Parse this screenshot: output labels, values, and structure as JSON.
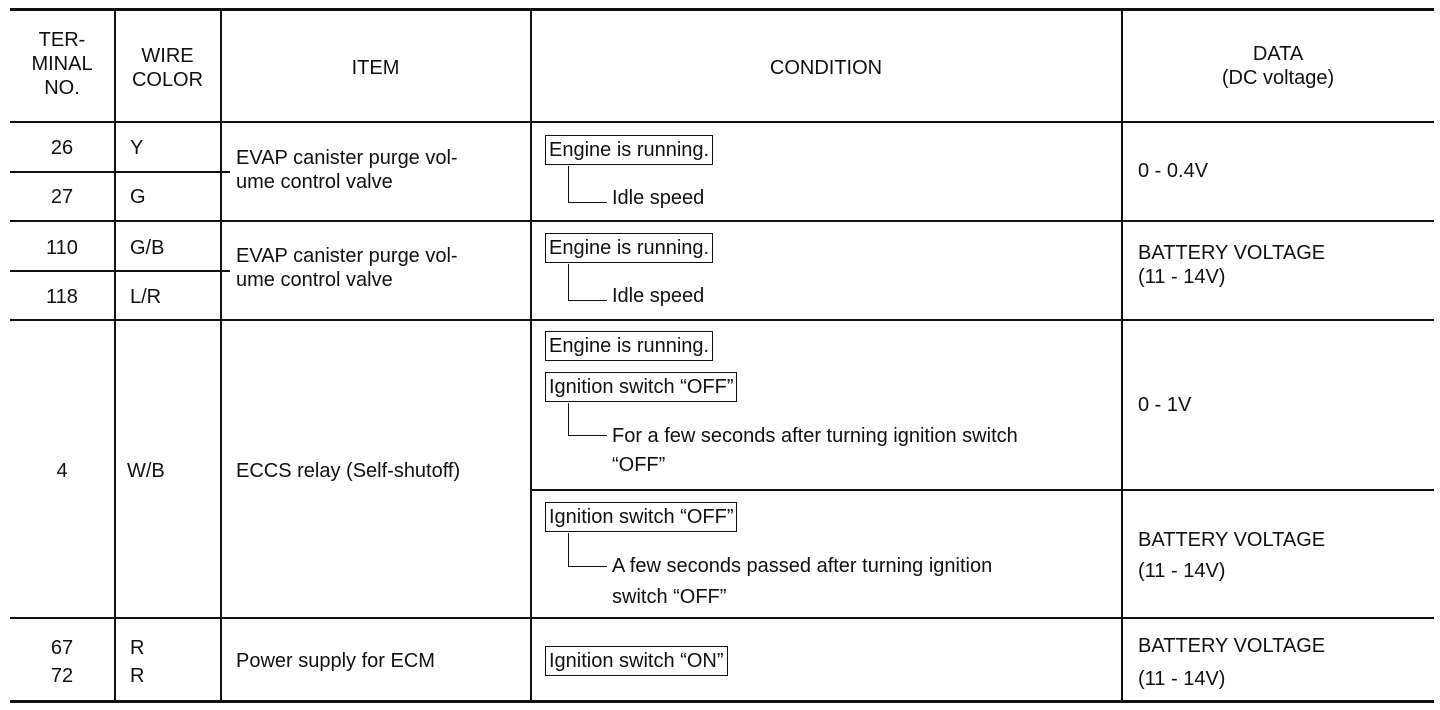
{
  "headers": {
    "terminal": [
      "TER-",
      "MINAL",
      "NO."
    ],
    "wire": [
      "WIRE",
      "COLOR"
    ],
    "item": "ITEM",
    "condition": "CONDITION",
    "data": [
      "DATA",
      "(DC voltage)"
    ]
  },
  "rows": {
    "g1": {
      "terminals": [
        "26",
        "27"
      ],
      "colors": [
        "Y",
        "G"
      ],
      "item": [
        "EVAP canister purge vol-",
        "ume control valve"
      ],
      "cond_box": "Engine is running.",
      "cond_sub": "Idle speed",
      "data": [
        "0 - 0.4V"
      ]
    },
    "g2": {
      "terminals": [
        "110",
        "118"
      ],
      "colors": [
        "G/B",
        "L/R"
      ],
      "item": [
        "EVAP canister purge vol-",
        "ume control valve"
      ],
      "cond_box": "Engine is running.",
      "cond_sub": "Idle speed",
      "data": [
        "BATTERY VOLTAGE",
        "(11 - 14V)"
      ]
    },
    "g3": {
      "terminal": "4",
      "color": "W/B",
      "item": "ECCS relay (Self-shutoff)",
      "c1_box1": "Engine is running.",
      "c1_box2": "Ignition switch “OFF”",
      "c1_sub": [
        "For a few seconds after turning ignition switch",
        "“OFF”"
      ],
      "d1": "0 - 1V",
      "c2_box": "Ignition switch “OFF”",
      "c2_sub": [
        "A few seconds passed after turning ignition",
        "switch “OFF”"
      ],
      "d2": [
        "BATTERY VOLTAGE",
        "(11 - 14V)"
      ]
    },
    "g4": {
      "terminals": [
        "67",
        "72"
      ],
      "colors": [
        "R",
        "R"
      ],
      "item": "Power supply for ECM",
      "cond_box": "Ignition switch “ON”",
      "data": [
        "BATTERY VOLTAGE",
        "(11 - 14V)"
      ]
    }
  }
}
